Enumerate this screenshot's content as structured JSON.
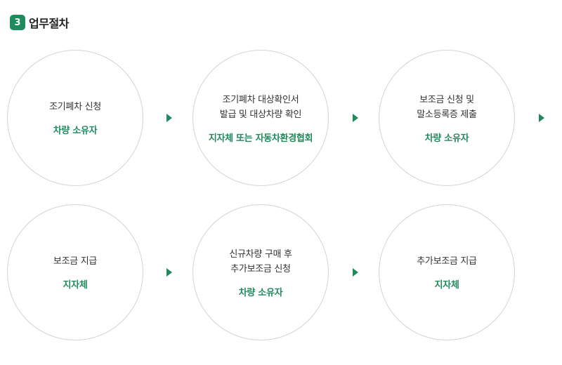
{
  "section": {
    "number": "3",
    "title": "업무절차"
  },
  "steps": [
    {
      "text": "조기폐차 신청",
      "actor": "차량 소유자"
    },
    {
      "text": "조기폐차 대상확인서\n발급 및 대상차량 확인",
      "actor": "지자체 또는 자동차환경협회"
    },
    {
      "text": "보조금 신청 및\n말소등록증 제출",
      "actor": "차량 소유자"
    },
    {
      "text": "보조금 지급",
      "actor": "지자체"
    },
    {
      "text": "신규차량 구매 후\n추가보조금 신청",
      "actor": "차량 소유자"
    },
    {
      "text": "추가보조금 지급",
      "actor": "지자체"
    }
  ],
  "colors": {
    "accent": "#1f8a5b",
    "border": "#d4d4d4"
  }
}
